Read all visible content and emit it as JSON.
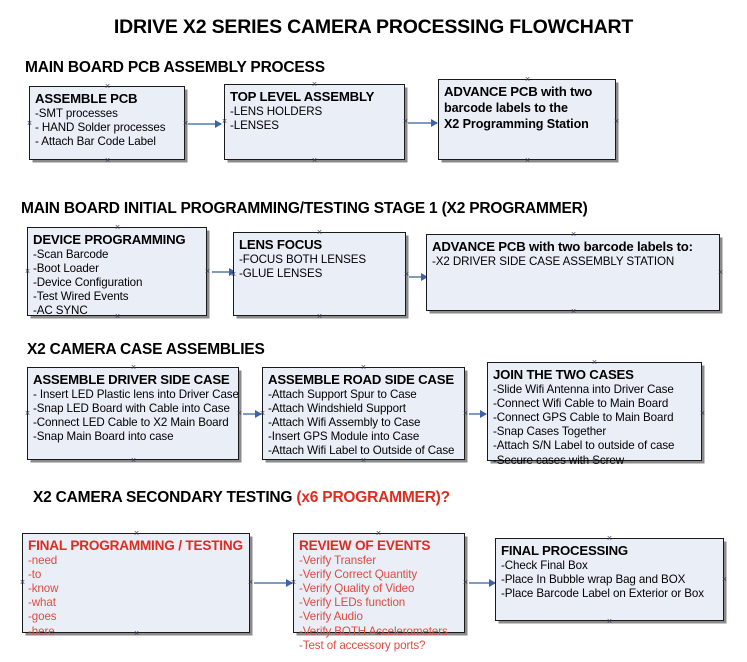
{
  "document": {
    "title": "IDRIVE X2  SERIES CAMERA PROCESSING FLOWCHART",
    "accent_red": "#e02b20",
    "box_fill": "#e9eef7",
    "connector_color": "#7d9dc0"
  },
  "sections": [
    {
      "id": "pcb-assembly",
      "title": "MAIN BOARD PCB ASSEMBLY PROCESS",
      "title_accent": "",
      "boxes": [
        {
          "id": "assemble-pcb",
          "header": "ASSEMBLE PCB",
          "lines": [
            "-SMT processes",
            "- HAND Solder processes",
            "- Attach Bar Code Label"
          ]
        },
        {
          "id": "top-level-assembly",
          "header": "TOP LEVEL ASSEMBLY",
          "lines": [
            "-LENS HOLDERS",
            "-LENSES"
          ]
        },
        {
          "id": "advance-pcb-programming-station",
          "header": "ADVANCE PCB with two",
          "lines": [
            "barcode labels to the",
            " X2 Programming Station"
          ]
        }
      ]
    },
    {
      "id": "initial-programming",
      "title": "MAIN BOARD INITIAL PROGRAMMING/TESTING STAGE 1 (X2 PROGRAMMER)",
      "title_accent": "",
      "boxes": [
        {
          "id": "device-programming",
          "header": "DEVICE PROGRAMMING",
          "lines": [
            "-Scan Barcode",
            "-Boot Loader",
            "-Device Configuration",
            "-Test Wired Events",
            "-AC SYNC"
          ]
        },
        {
          "id": "lens-focus",
          "header": "LENS FOCUS",
          "lines": [
            "-FOCUS BOTH LENSES",
            "-GLUE LENSES"
          ]
        },
        {
          "id": "advance-pcb-driver-side",
          "header": "ADVANCE PCB with two barcode labels to:",
          "lines": [
            "-X2 DRIVER  SIDE  CASE  ASSEMBLY STATION"
          ]
        }
      ]
    },
    {
      "id": "case-assemblies",
      "title": "X2 CAMERA CASE ASSEMBLIES",
      "title_accent": "",
      "boxes": [
        {
          "id": "assemble-driver-side-case",
          "header": "ASSEMBLE DRIVER SIDE CASE",
          "lines": [
            "- Insert LED Plastic lens into Driver Case",
            "-Snap LED Board with Cable into Case",
            "-Connect LED Cable to X2 Main Board",
            "-Snap Main Board into case"
          ]
        },
        {
          "id": "assemble-road-side-case",
          "header": "ASSEMBLE ROAD SIDE CASE",
          "lines": [
            "-Attach Support Spur to Case",
            "-Attach Windshield Support",
            "-Attach Wifi Assembly to Case",
            "-Insert GPS Module into Case",
            "-Attach Wifi Label to Outside of Case"
          ]
        },
        {
          "id": "join-the-two-cases",
          "header": "JOIN THE TWO CASES",
          "lines": [
            "-Slide Wifi Antenna into Driver Case",
            "-Connect Wifi Cable to Main Board",
            "-Connect GPS Cable to Main Board",
            "-Snap Cases Together",
            "-Attach S/N Label to outside of case",
            "-Secure cases with Screw"
          ]
        }
      ]
    },
    {
      "id": "secondary-testing",
      "title": "X2 CAMERA SECONDARY TESTING ",
      "title_accent": "(x6 PROGRAMMER)?",
      "boxes": [
        {
          "id": "final-programming-testing",
          "header": "FINAL PROGRAMMING / TESTING",
          "lines": [
            "-need",
            "-to",
            "-know",
            "-what",
            "-goes",
            "-here"
          ]
        },
        {
          "id": "review-of-events",
          "header": "REVIEW OF EVENTS",
          "lines": [
            "-Verify Transfer",
            "-Verify Correct Quantity",
            "-Verify Quality of Video",
            "-Verify LEDs function",
            "-Verify Audio",
            "-Verify BOTH Accelerometers",
            "-Test of accessory ports?"
          ]
        },
        {
          "id": "final-processing",
          "header": "FINAL PROCESSING",
          "lines": [
            " -Check Final Box",
            "-Place In Bubble wrap Bag and BOX",
            "-Place Barcode Label on Exterior or Box"
          ]
        }
      ]
    }
  ]
}
